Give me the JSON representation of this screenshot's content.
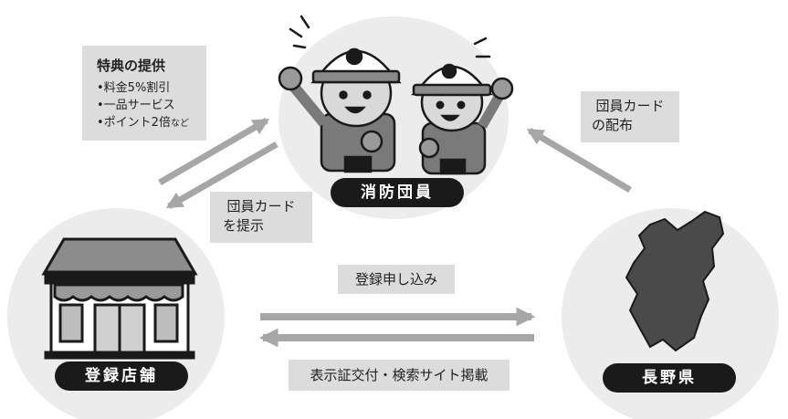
{
  "nodes": {
    "firefighters": {
      "label": "消防団員"
    },
    "store": {
      "label": "登録店舗"
    },
    "prefecture": {
      "label": "長野県"
    }
  },
  "benefits": {
    "title": "特典の提供",
    "items": [
      {
        "text": "•料金5%割引",
        "suffix": ""
      },
      {
        "text": "•一品サービス",
        "suffix": ""
      },
      {
        "text": "•ポイント2倍",
        "suffix": "など"
      }
    ]
  },
  "labels": {
    "present_card_line1": "団員カード",
    "present_card_line2": "を提示",
    "distribute_card_line1": "団員カード",
    "distribute_card_line2": "の配布",
    "registration": "登録申し込み",
    "publish": "表示証交付・検索サイト掲載"
  },
  "colors": {
    "node_pill": "#1a1a1a",
    "circle_bg": "#ececec",
    "note_bg": "#dcdcdc",
    "arrow": "#a6a6a6"
  }
}
